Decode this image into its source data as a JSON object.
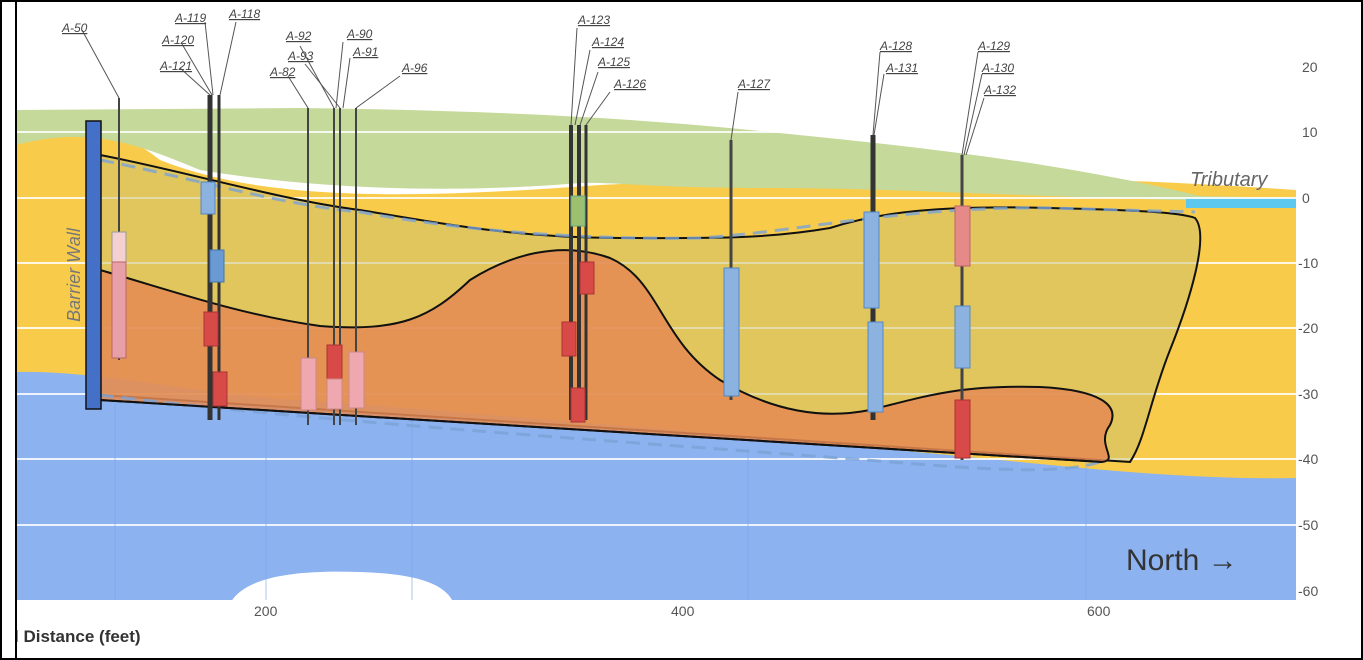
{
  "figure": {
    "x_axis_title": "l Distance (feet)",
    "x_ticks": [
      "200",
      "400",
      "600"
    ],
    "y_ticks": [
      "20",
      "10",
      "0",
      "-10",
      "-20",
      "-30",
      "-40",
      "-50",
      "-60"
    ],
    "barrier_label": "Barrier Wall",
    "tributary_label": "Tributary",
    "north_label": "North →"
  },
  "borings": [
    {
      "id": "A-50"
    },
    {
      "id": "A-119"
    },
    {
      "id": "A-118"
    },
    {
      "id": "A-120"
    },
    {
      "id": "A-121"
    },
    {
      "id": "A-92"
    },
    {
      "id": "A-90"
    },
    {
      "id": "A-93"
    },
    {
      "id": "A-91"
    },
    {
      "id": "A-82"
    },
    {
      "id": "A-96"
    },
    {
      "id": "A-123"
    },
    {
      "id": "A-124"
    },
    {
      "id": "A-125"
    },
    {
      "id": "A-126"
    },
    {
      "id": "A-127"
    },
    {
      "id": "A-128"
    },
    {
      "id": "A-131"
    },
    {
      "id": "A-129"
    },
    {
      "id": "A-130"
    },
    {
      "id": "A-132"
    }
  ],
  "colors": {
    "surface_soil": "#c5d99a",
    "upper_sand": "#f8cc4a",
    "bedrock": "#8cb2f0",
    "plume": "#e58a52",
    "water": "#5cc8f0",
    "barrier": "#4470c8"
  }
}
